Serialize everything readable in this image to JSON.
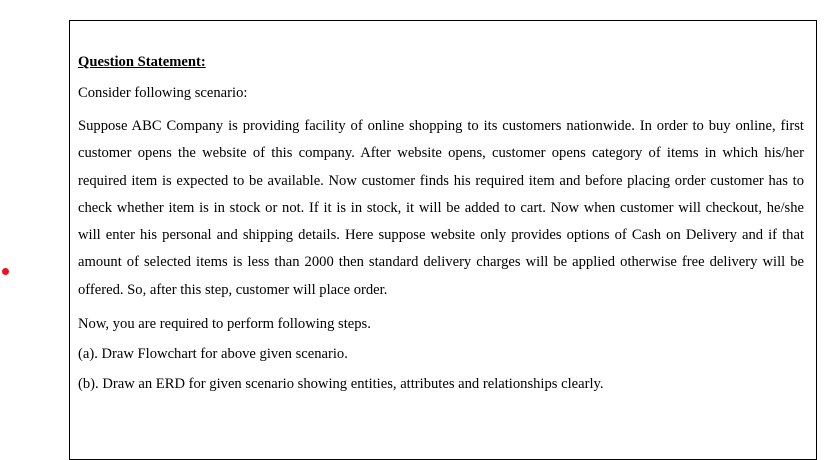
{
  "document": {
    "heading": "Question Statement:",
    "intro": "Consider following scenario:",
    "scenario": "Suppose ABC Company is providing facility of online shopping to its customers nationwide. In order to buy online, first customer opens the website of this company. After website opens, customer opens category of items in which his/her required item is expected to be available. Now customer finds his required item and before placing order customer has to check whether item is in stock or not. If it is in stock, it will be added to cart. Now when customer will checkout, he/she will enter his personal and shipping details. Here suppose website only provides options of Cash on Delivery and if that amount of selected items is less than 2000 then standard delivery charges will be applied otherwise free delivery will be offered. So, after this step, customer will place order.",
    "instruction": "Now, you are required to perform following steps.",
    "steps": [
      "(a). Draw Flowchart for above given scenario.",
      "(b). Draw an ERD for given scenario showing entities, attributes and relationships clearly."
    ]
  },
  "colors": {
    "marker": "#e8131b",
    "border": "#000000",
    "text": "#000000"
  }
}
